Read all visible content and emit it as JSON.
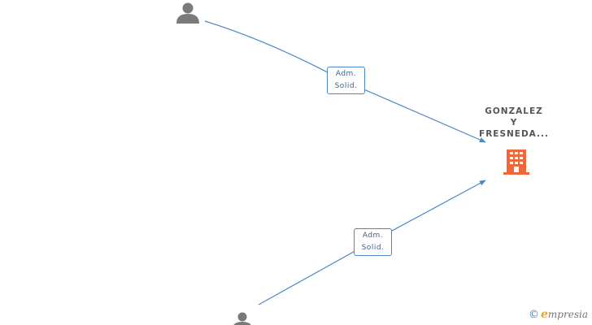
{
  "company": {
    "name_line1": "GONZALEZ",
    "name_line2": "Y",
    "name_line3": "FRESNEDA...",
    "icon": "building-icon",
    "color": "#f0673b"
  },
  "persons": [
    {
      "icon": "person-icon",
      "color": "#7a7a7a"
    },
    {
      "icon": "person-icon",
      "color": "#7a7a7a"
    }
  ],
  "relations": [
    {
      "line1": "Adm.",
      "line2": "Solid."
    },
    {
      "line1": "Adm.",
      "line2": "Solid."
    }
  ],
  "edge_color": "#4a86c8",
  "brand": {
    "copyright": "©",
    "e": "e",
    "rest": "mpresia"
  }
}
